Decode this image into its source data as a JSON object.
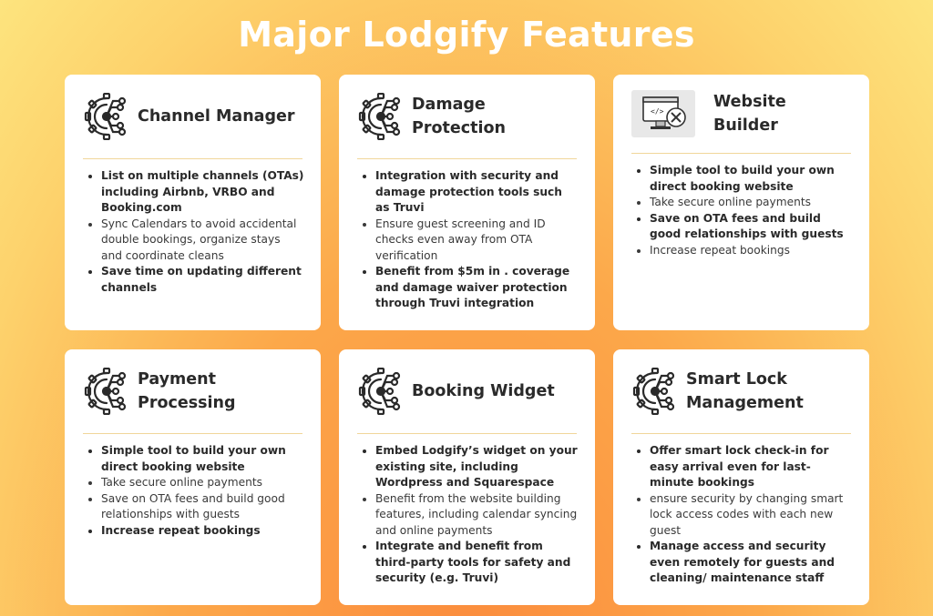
{
  "title": "Major Lodgify Features",
  "cards": [
    {
      "title": "Channel Manager",
      "icon": "gear-circuit-icon",
      "items": [
        {
          "text": "List on multiple channels (OTAs) including Airbnb, VRBO and Booking.com",
          "bold": true
        },
        {
          "text": "Sync Calendars to avoid accidental double bookings, organize stays and coordinate cleans",
          "bold": false
        },
        {
          "text": "Save time on updating different channels",
          "bold": true
        }
      ]
    },
    {
      "title": "Damage Protection",
      "icon": "gear-circuit-icon",
      "items": [
        {
          "text": "Integration with security and damage protection tools such as Truvi",
          "bold": true
        },
        {
          "text": "Ensure guest screening and ID checks even away from OTA verification",
          "bold": false
        },
        {
          "text": "Benefit from $5m in . coverage and damage waiver protection through Truvi integration",
          "bold": true
        }
      ]
    },
    {
      "title": "Website Builder",
      "icon": "website-builder-icon",
      "items": [
        {
          "text": "Simple tool to build your own direct booking website",
          "bold": true
        },
        {
          "text": "Take secure online payments",
          "bold": false
        },
        {
          "text": "Save on OTA fees and build good relationships with guests",
          "bold": true
        },
        {
          "text": "Increase repeat bookings",
          "bold": false
        }
      ]
    },
    {
      "title": "Payment Processing",
      "icon": "gear-circuit-icon",
      "items": [
        {
          "text": "Simple tool to build your own direct booking website",
          "bold": true
        },
        {
          "text": "Take secure online payments",
          "bold": false
        },
        {
          "text": "Save on OTA fees and build good relationships with guests",
          "bold": false
        },
        {
          "text": "Increase repeat bookings",
          "bold": true
        }
      ]
    },
    {
      "title": "Booking Widget",
      "icon": "gear-circuit-icon",
      "items": [
        {
          "text": "Embed Lodgify’s widget on your existing site, including Wordpress and Squarespace",
          "bold": true
        },
        {
          "text": "Benefit from the website building features, including calendar syncing and online payments",
          "bold": false
        },
        {
          "text": "Integrate and benefit from third-party tools for safety and security (e.g. Truvi)",
          "bold": true
        }
      ]
    },
    {
      "title": "Smart Lock Management",
      "icon": "gear-circuit-icon",
      "items": [
        {
          "text": "Offer smart lock check-in for easy arrival even for last-minute bookings",
          "bold": true
        },
        {
          "text": "ensure security by changing smart lock access codes with each new guest",
          "bold": false
        },
        {
          "text": "Manage access and security even remotely for guests and cleaning/ maintenance staff",
          "bold": true
        }
      ]
    }
  ]
}
